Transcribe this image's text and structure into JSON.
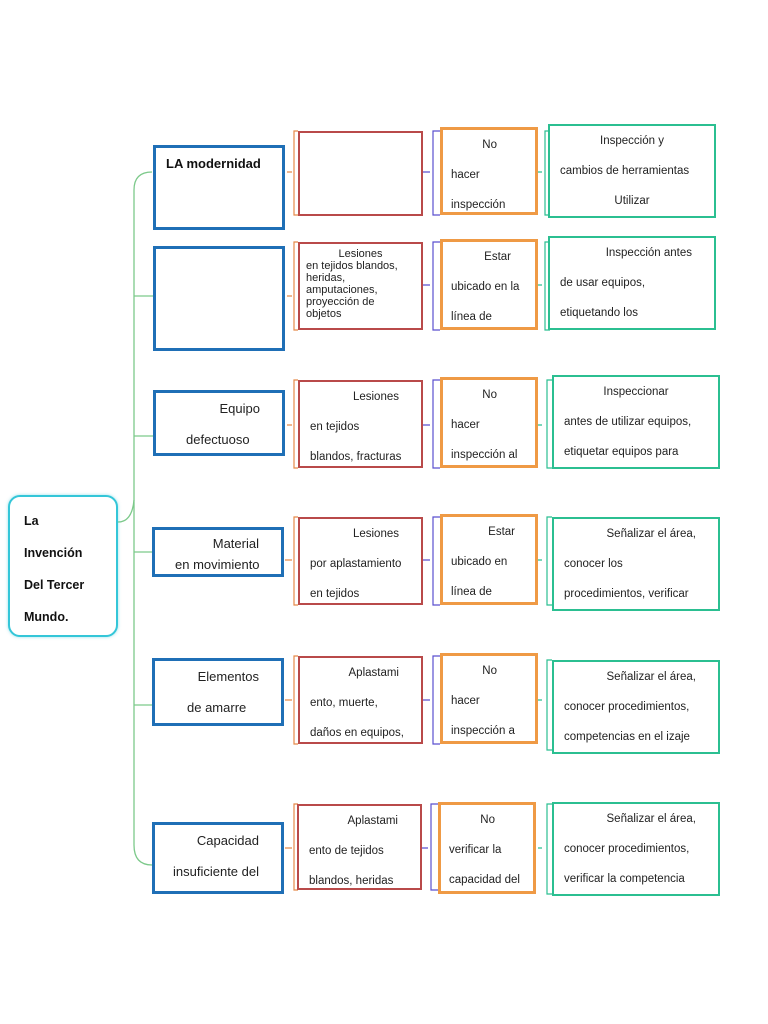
{
  "root": {
    "lines": [
      "La",
      "Invención",
      "Del Tercer",
      "Mundo."
    ]
  },
  "rows": [
    {
      "cause": {
        "lines": [
          "LA modernidad"
        ]
      },
      "effect": {
        "lines": []
      },
      "action": {
        "lines": [
          "No",
          "hacer",
          "inspección"
        ]
      },
      "control": {
        "lines": [
          "Inspección y",
          "cambios de herramientas",
          "Utilizar"
        ]
      }
    },
    {
      "cause": {
        "lines": []
      },
      "effect": {
        "lines": [
          "Lesiones",
          "en tejidos blandos,",
          "heridas,",
          "amputaciones,",
          "proyección de",
          "objetos"
        ]
      },
      "action": {
        "lines": [
          "Estar",
          "ubicado en la",
          "línea de"
        ]
      },
      "control": {
        "lines": [
          "Inspección antes",
          "de usar equipos,",
          "etiquetando los"
        ]
      }
    },
    {
      "cause": {
        "lines": [
          "Equipo",
          "defectuoso"
        ]
      },
      "effect": {
        "lines": [
          "Lesiones",
          "en tejidos",
          "blandos, fracturas"
        ]
      },
      "action": {
        "lines": [
          "No",
          "hacer",
          "inspección al"
        ]
      },
      "control": {
        "lines": [
          "Inspeccionar",
          "antes de utilizar equipos,",
          "etiquetar equipos para"
        ]
      }
    },
    {
      "cause": {
        "lines": [
          "Material",
          "en movimiento"
        ]
      },
      "effect": {
        "lines": [
          "Lesiones",
          "por aplastamiento",
          "en tejidos"
        ]
      },
      "action": {
        "lines": [
          "Estar",
          "ubicado en",
          "línea de"
        ]
      },
      "control": {
        "lines": [
          "Señalizar el área,",
          "conocer los",
          "procedimientos, verificar"
        ]
      }
    },
    {
      "cause": {
        "lines": [
          "Elementos",
          "de amarre"
        ]
      },
      "effect": {
        "lines": [
          "Aplastami",
          "ento, muerte,",
          "daños en equipos,"
        ]
      },
      "action": {
        "lines": [
          "No",
          "hacer",
          "inspección a"
        ]
      },
      "control": {
        "lines": [
          "Señalizar el área,",
          "conocer procedimientos,",
          "competencias en el izaje"
        ]
      }
    },
    {
      "cause": {
        "lines": [
          "Capacidad",
          "insuficiente del"
        ]
      },
      "effect": {
        "lines": [
          "Aplastami",
          "ento de tejidos",
          "blandos, heridas"
        ]
      },
      "action": {
        "lines": [
          "No",
          "verificar la",
          "capacidad del"
        ]
      },
      "control": {
        "lines": [
          "Señalizar el área,",
          "conocer procedimientos,",
          "verificar la competencia"
        ]
      }
    }
  ],
  "colors": {
    "root": "#34c6d8",
    "cause": "#1f6fb6",
    "effect": "#b94a4a",
    "action": "#ef9a45",
    "control": "#2bbf91",
    "connector_root": "#7cc98a",
    "connector_cause": "#e58a4a",
    "connector_effect": "#5a4fcf"
  }
}
